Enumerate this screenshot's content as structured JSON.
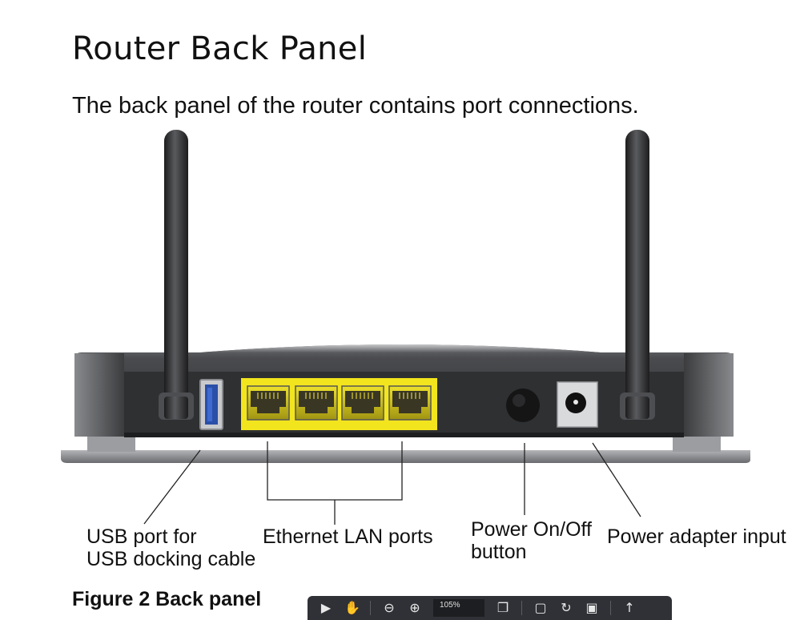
{
  "document": {
    "title": "Router Back Panel",
    "intro": "The back panel of the router contains port connections.",
    "figure_caption": "Figure 2  Back panel"
  },
  "callouts": {
    "usb": [
      "USB port for",
      "USB docking cable"
    ],
    "ethernet": [
      "Ethernet LAN ports"
    ],
    "power_button": [
      "Power On/Off",
      "button"
    ],
    "power_adapter": [
      "Power adapter input"
    ]
  },
  "colors": {
    "ethernet_block": "#f2e51e",
    "usb_port": "#2a4fa8",
    "router_body": "#3a3b3d",
    "toolbar_bg": "#2f3136"
  },
  "viewer_toolbar": {
    "zoom": "105%",
    "icons": [
      "pointer-icon",
      "hand-icon",
      "zoom-out-icon",
      "zoom-in-icon",
      "page-icon",
      "fit-width-icon",
      "rotate-icon",
      "present-icon",
      "share-icon"
    ]
  }
}
